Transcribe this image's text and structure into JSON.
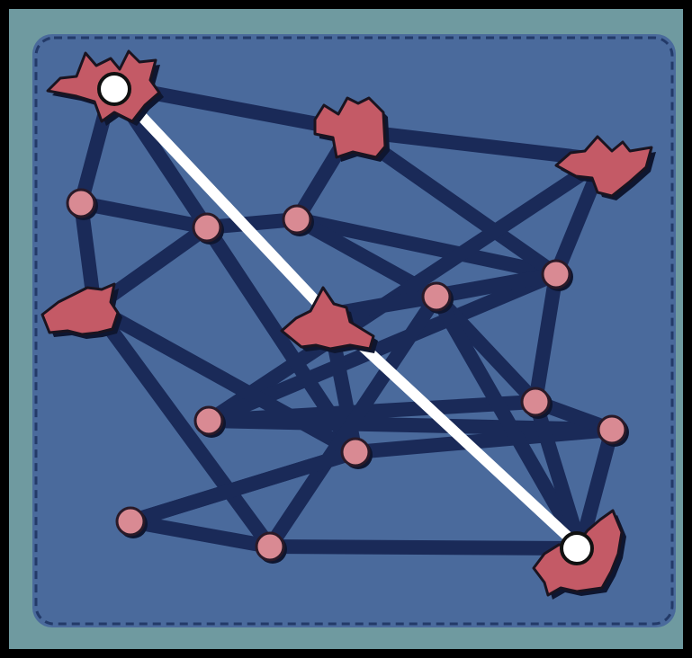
{
  "game": {
    "colors": {
      "outer_frame": "#000000",
      "border_band": "#6f9aa0",
      "board_fill": "#4a6a9c",
      "dashed_border": "#233a68",
      "path": "#1a2a58",
      "highlight_path": "#ffffff",
      "town": "#c45a66",
      "node": "#d98a93",
      "endpoint": "#ffffff"
    },
    "icons": {
      "town": "town-piece-icon",
      "node": "node-dot-icon",
      "endpoint": "endpoint-marker-icon"
    },
    "nodes": [
      {
        "id": "a",
        "kind": "town",
        "start": true
      },
      {
        "id": "b",
        "kind": "town"
      },
      {
        "id": "c",
        "kind": "town"
      },
      {
        "id": "d",
        "kind": "node"
      },
      {
        "id": "e",
        "kind": "node"
      },
      {
        "id": "f",
        "kind": "node"
      },
      {
        "id": "g",
        "kind": "town"
      },
      {
        "id": "h",
        "kind": "town"
      },
      {
        "id": "i",
        "kind": "node"
      },
      {
        "id": "j",
        "kind": "node"
      },
      {
        "id": "k",
        "kind": "node"
      },
      {
        "id": "l",
        "kind": "node"
      },
      {
        "id": "m",
        "kind": "node"
      },
      {
        "id": "n",
        "kind": "node"
      },
      {
        "id": "o",
        "kind": "node"
      },
      {
        "id": "p",
        "kind": "node"
      },
      {
        "id": "q",
        "kind": "town",
        "end": true
      }
    ],
    "edges": [
      [
        "a",
        "b"
      ],
      [
        "b",
        "c"
      ],
      [
        "a",
        "d"
      ],
      [
        "a",
        "e"
      ],
      [
        "d",
        "e"
      ],
      [
        "e",
        "f"
      ],
      [
        "f",
        "b"
      ],
      [
        "f",
        "j"
      ],
      [
        "f",
        "i"
      ],
      [
        "b",
        "j"
      ],
      [
        "c",
        "j"
      ],
      [
        "c",
        "k"
      ],
      [
        "j",
        "k"
      ],
      [
        "d",
        "g"
      ],
      [
        "e",
        "g"
      ],
      [
        "e",
        "l"
      ],
      [
        "g",
        "l"
      ],
      [
        "g",
        "o"
      ],
      [
        "l",
        "h"
      ],
      [
        "h",
        "j"
      ],
      [
        "l",
        "p"
      ],
      [
        "l",
        "m"
      ],
      [
        "h",
        "i"
      ],
      [
        "j",
        "i"
      ],
      [
        "k",
        "n"
      ],
      [
        "j",
        "n"
      ],
      [
        "k",
        "p"
      ],
      [
        "n",
        "p"
      ],
      [
        "n",
        "i"
      ],
      [
        "i",
        "q"
      ],
      [
        "p",
        "q"
      ],
      [
        "n",
        "q"
      ],
      [
        "m",
        "o"
      ],
      [
        "o",
        "q"
      ],
      [
        "i",
        "o"
      ],
      [
        "m",
        "l"
      ]
    ],
    "highlighted_route": [
      "a",
      "h",
      "q"
    ]
  }
}
